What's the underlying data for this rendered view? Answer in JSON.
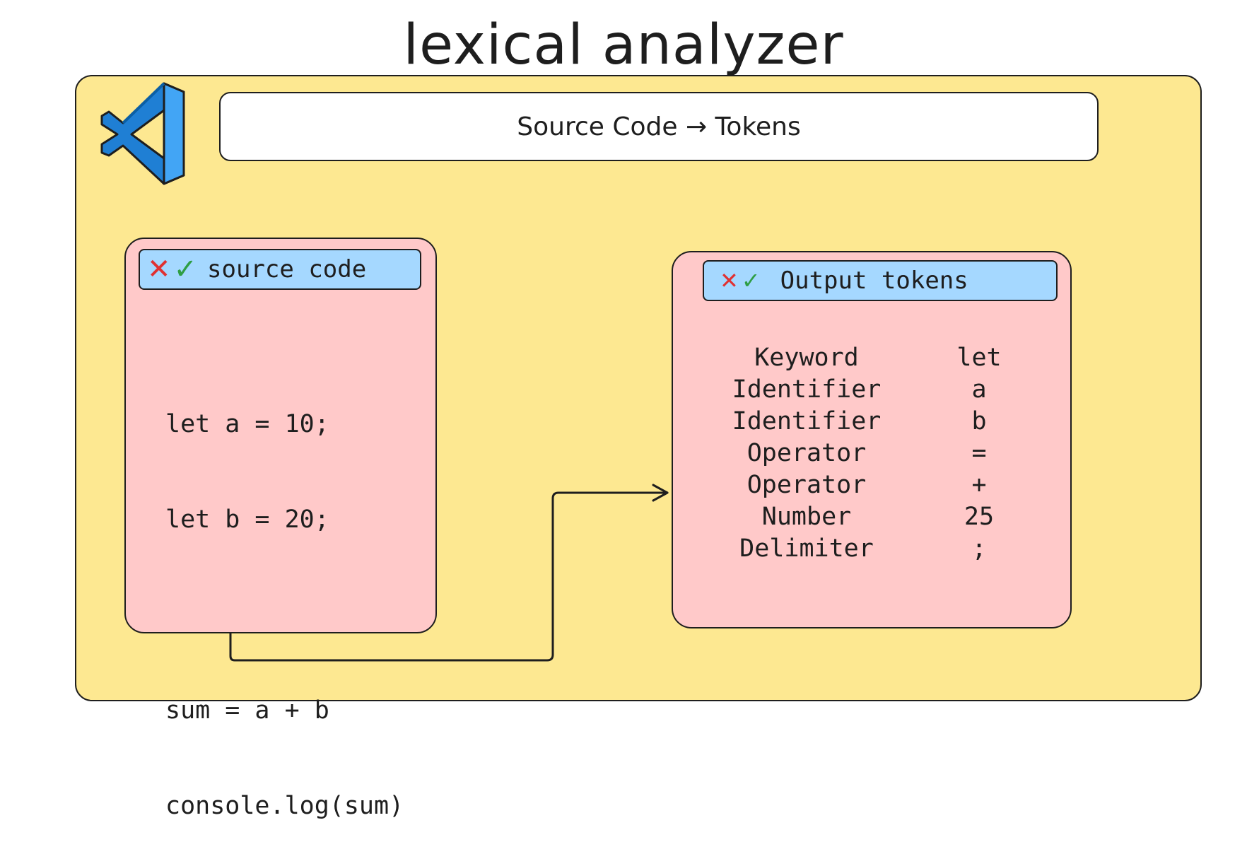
{
  "title": "lexical analyzer",
  "header": {
    "label": "Source Code → Tokens"
  },
  "logo": {
    "icon": "vscode-logo-icon",
    "colors": [
      "#0065a9",
      "#007acc",
      "#1f9cf0"
    ]
  },
  "source_panel": {
    "title": "source code",
    "icons": [
      "close-x-icon",
      "checkmark-icon"
    ],
    "code_lines": [
      "let a = 10;",
      "let b = 20;",
      "",
      "sum = a + b",
      "console.log(sum)"
    ]
  },
  "output_panel": {
    "title": "Output tokens",
    "icons": [
      "close-x-icon",
      "checkmark-icon"
    ],
    "tokens": [
      {
        "type": "Keyword",
        "value": "let"
      },
      {
        "type": "Identifier",
        "value": "a"
      },
      {
        "type": "Identifier",
        "value": "b"
      },
      {
        "type": "Operator",
        "value": "="
      },
      {
        "type": "Operator",
        "value": "+"
      },
      {
        "type": "Number",
        "value": "25"
      },
      {
        "type": "Delimiter",
        "value": ";"
      }
    ]
  },
  "colors": {
    "outer_panel": "#fde891",
    "card": "#ffc9c9",
    "card_header": "#a5d8ff",
    "x_mark": "#e03131",
    "check_mark": "#2f9e44",
    "stroke": "#1e1e1e"
  }
}
